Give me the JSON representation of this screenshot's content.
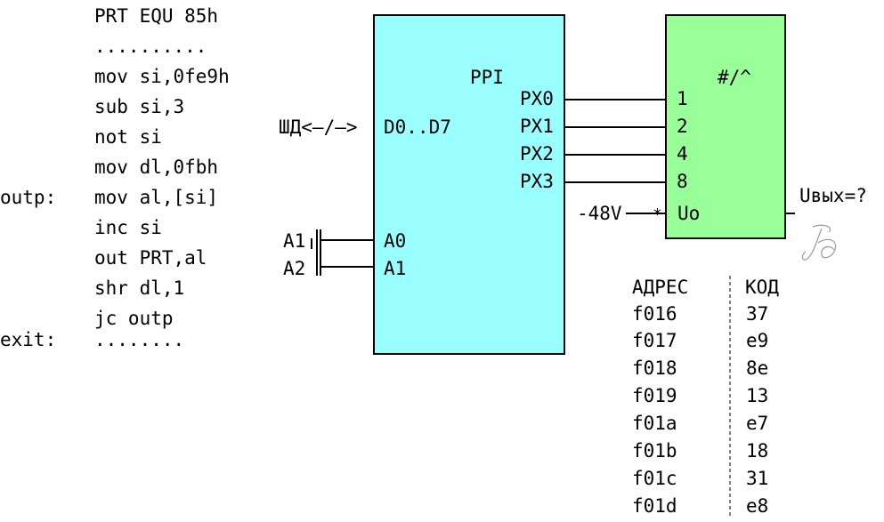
{
  "code": [
    {
      "label": "",
      "text": "PRT EQU 85h"
    },
    {
      "label": "",
      "text": ".........."
    },
    {
      "label": "",
      "text": "mov si,0fe9h"
    },
    {
      "label": "",
      "text": "sub si,3"
    },
    {
      "label": "",
      "text": "not si"
    },
    {
      "label": "",
      "text": "mov dl,0fbh"
    },
    {
      "label": "outp:",
      "text": "mov al,[si]"
    },
    {
      "label": "",
      "text": "inc si"
    },
    {
      "label": "",
      "text": "out PRT,al"
    },
    {
      "label": "",
      "text": "shr dl,1"
    },
    {
      "label": "",
      "text": "jc outp"
    },
    {
      "label": "exit:",
      "text": "........"
    }
  ],
  "ppi": {
    "title": "PPI",
    "data_bus": "D0..D7",
    "bus_label": "ШД<–/–>",
    "ports": [
      "PX0",
      "PX1",
      "PX2",
      "PX3"
    ],
    "addr_pins": [
      "A0",
      "A1"
    ]
  },
  "address_lines": [
    "A1",
    "A2"
  ],
  "dac": {
    "title": "#/^",
    "inputs": [
      "1",
      "2",
      "4",
      "8"
    ],
    "ref_pin": "Uo",
    "ref_voltage": "-48V",
    "output": "Uвых=?"
  },
  "memory_table": {
    "headers": [
      "АДРЕС",
      "КОД"
    ],
    "rows": [
      [
        "f016",
        "37"
      ],
      [
        "f017",
        "e9"
      ],
      [
        "f018",
        "8e"
      ],
      [
        "f019",
        "13"
      ],
      [
        "f01a",
        "e7"
      ],
      [
        "f01b",
        "18"
      ],
      [
        "f01c",
        "31"
      ],
      [
        "f01d",
        "e8"
      ]
    ]
  },
  "colors": {
    "ppi_fill": "#99ffff",
    "dac_fill": "#99ff99",
    "line": "#000000"
  }
}
